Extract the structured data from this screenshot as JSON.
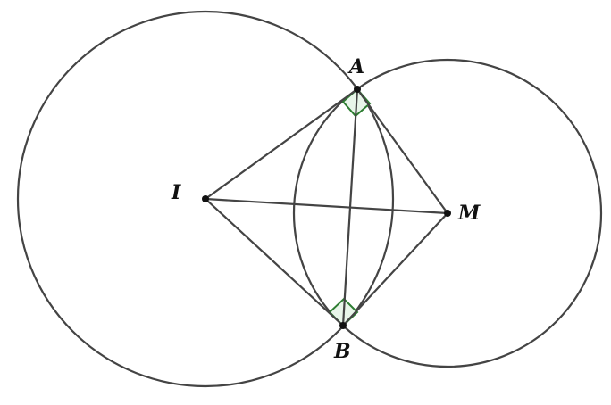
{
  "points": {
    "A": {
      "label": "A"
    },
    "B": {
      "label": "B"
    },
    "I": {
      "label": "I"
    },
    "M": {
      "label": "M"
    }
  },
  "colors": {
    "stroke": "#444444",
    "point": "#111111",
    "right_angle_stroke": "#2e7d32",
    "right_angle_fill": "#e8f5e9"
  }
}
